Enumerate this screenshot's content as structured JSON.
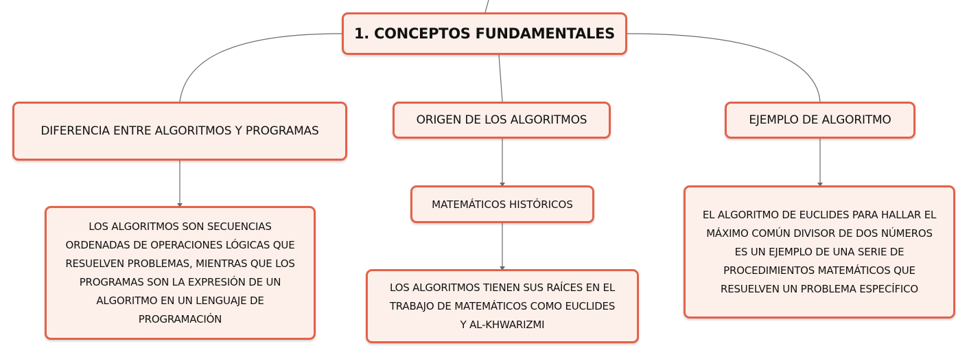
{
  "root": {
    "label": "1. CONCEPTOS FUNDAMENTALES"
  },
  "branches": [
    {
      "label": "DIFERENCIA ENTRE ALGORITMOS Y PROGRAMAS",
      "children": [
        {
          "lines": [
            "LOS ALGORITMOS SON SECUENCIAS",
            "ORDENADAS DE OPERACIONES LÓGICAS QUE",
            "RESUELVEN PROBLEMAS, MIENTRAS QUE LOS",
            "PROGRAMAS SON LA EXPRESIÓN DE UN",
            "ALGORITMO EN UN LENGUAJE DE",
            "PROGRAMACIÓN"
          ]
        }
      ]
    },
    {
      "label": "ORIGEN DE LOS ALGORITMOS",
      "children": [
        {
          "label": "MATEMÁTICOS HISTÓRICOS",
          "children": [
            {
              "lines": [
                "LOS ALGORITMOS TIENEN SUS RAÍCES EN EL",
                "TRABAJO DE MATEMÁTICOS COMO EUCLIDES",
                "Y AL-KHWARIZMI"
              ]
            }
          ]
        }
      ]
    },
    {
      "label": "EJEMPLO DE ALGORITMO",
      "children": [
        {
          "lines": [
            "EL ALGORITMO DE EUCLIDES PARA HALLAR EL",
            "MÁXIMO COMÚN DIVISOR DE DOS NÚMEROS",
            "ES UN EJEMPLO DE UNA SERIE DE",
            "PROCEDIMIENTOS MATEMÁTICOS QUE",
            "RESUELVEN UN PROBLEMA ESPECÍFICO"
          ]
        }
      ]
    }
  ],
  "colors": {
    "node_border": "#e4614a",
    "node_fill": "#fdf0ea",
    "connector": "#6b6b6b"
  }
}
